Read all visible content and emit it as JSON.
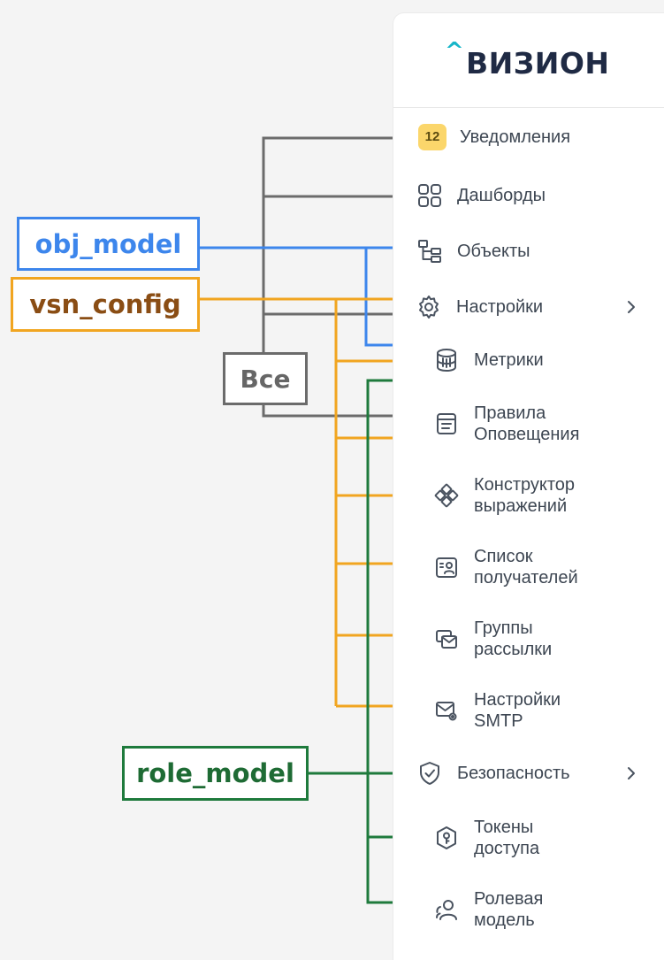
{
  "logo": {
    "caret": "^",
    "word": "ВИЗИОН"
  },
  "boxes": {
    "obj_model": "obj_model",
    "vsn_config": "vsn_config",
    "all": "Все",
    "role_model": "role_model"
  },
  "menu": [
    {
      "label": "Уведомления",
      "badge": "12",
      "icon": "notifications-badge"
    },
    {
      "label": "Дашборды",
      "icon": "dashboard-grid-icon"
    },
    {
      "label": "Объекты",
      "icon": "hierarchy-tree-icon"
    },
    {
      "label": "Настройки",
      "icon": "gear-icon",
      "expandable": true
    },
    {
      "label": "Метрики",
      "icon": "database-icon"
    },
    {
      "label": "Правила\nОповещения",
      "icon": "document-rules-icon"
    },
    {
      "label": "Конструктор\nвыражений",
      "icon": "expression-builder-icon"
    },
    {
      "label": "Список\nполучателей",
      "icon": "recipients-list-icon"
    },
    {
      "label": "Группы\nрассылки",
      "icon": "mail-group-icon"
    },
    {
      "label": "Настройки\nSMTP",
      "icon": "mail-settings-icon"
    },
    {
      "label": "Безопасность",
      "icon": "shield-check-icon",
      "expandable": true
    },
    {
      "label": "Токены\nдоступа",
      "icon": "token-key-icon"
    },
    {
      "label": "Ролевая\nмодель",
      "icon": "users-role-icon"
    }
  ],
  "colors": {
    "obj_model": "#3d86ec",
    "vsn_config": "#f1a520",
    "all": "#6b6b6b",
    "role_model": "#1e7a3c"
  }
}
